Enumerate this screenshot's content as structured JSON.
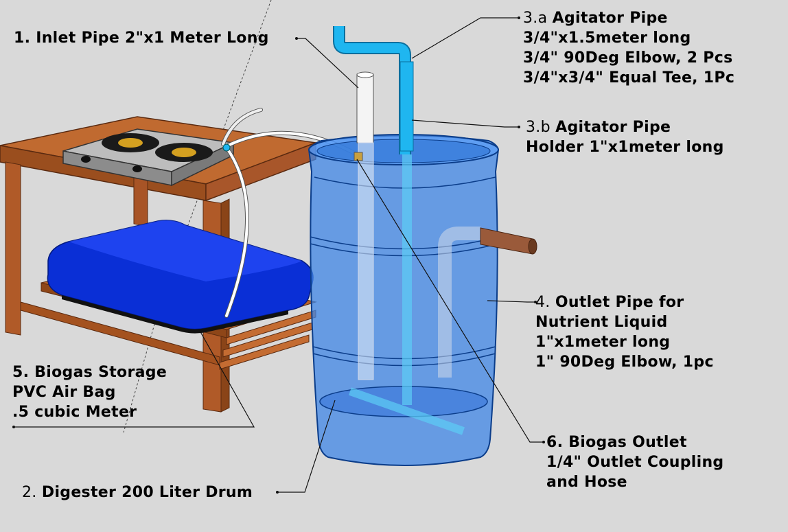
{
  "labels": {
    "inlet": {
      "text": "1. Inlet Pipe 2\"x1 Meter Long"
    },
    "agitator_pipe": {
      "num": "3.a",
      "title": "Agitator Pipe",
      "lines": [
        "3/4\"x1.5meter long",
        "3/4\" 90Deg Elbow, 2 Pcs",
        "3/4\"x3/4\" Equal Tee, 1Pc"
      ]
    },
    "agitator_holder": {
      "num": "3.b",
      "title": "Agitator Pipe",
      "lines": [
        "Holder 1\"x1meter long"
      ]
    },
    "outlet_pipe": {
      "num": "4.",
      "title": "Outlet Pipe for",
      "lines": [
        "Nutrient Liquid",
        "1\"x1meter long",
        "1\" 90Deg Elbow, 1pc"
      ]
    },
    "biogas_storage": {
      "lines": [
        "5. Biogas Storage",
        "PVC Air Bag",
        ".5 cubic Meter"
      ]
    },
    "biogas_outlet": {
      "lines": [
        "6. Biogas Outlet",
        "1/4\" Outlet Coupling",
        "and Hose"
      ]
    },
    "digester": {
      "num": "2.",
      "title": "Digester 200 Liter Drum"
    }
  },
  "colors": {
    "background": "#d9d9d9",
    "table_wood": "#b8622a",
    "drum_blue": "#3f86e6",
    "air_bag_blue": "#0a2fd6",
    "agitator_pipe": "#1fb6f0",
    "inlet_pipe": "#f4f4f4",
    "outlet_pipe": "#9a5a3a",
    "stove_steel": "#9a9a9a"
  },
  "icons": [
    "gas-stove-icon",
    "biogas-drum-icon",
    "air-bag-icon",
    "table-icon"
  ]
}
